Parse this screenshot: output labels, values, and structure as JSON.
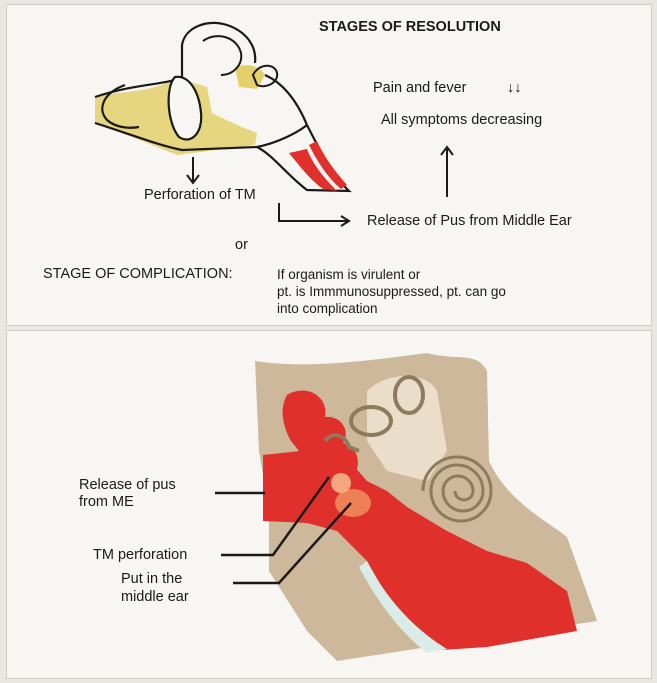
{
  "top": {
    "heading": "STAGES OF RESOLUTION",
    "pain_fever": "Pain and fever",
    "pain_fever_arrows": "↓↓",
    "symptoms": "All symptoms decreasing",
    "perforation": "Perforation of TM",
    "release": "Release of Pus from Middle Ear",
    "or": "or",
    "complication_heading": "STAGE OF COMPLICATION:",
    "complication_lines": [
      "If organism is virulent or",
      "pt. is Immmunosuppressed, pt. can go",
      "into complication"
    ]
  },
  "bottom": {
    "labels": {
      "release_pus_1": "Release of pus",
      "release_pus_2": "from ME",
      "tm_perforation": "TM perforation",
      "put_1": "Put in the",
      "put_2": "middle ear"
    }
  },
  "colors": {
    "pus_red": "#e0302b",
    "ear_yellow": "#e3d06a",
    "bone_tan": "#cdb89b"
  }
}
